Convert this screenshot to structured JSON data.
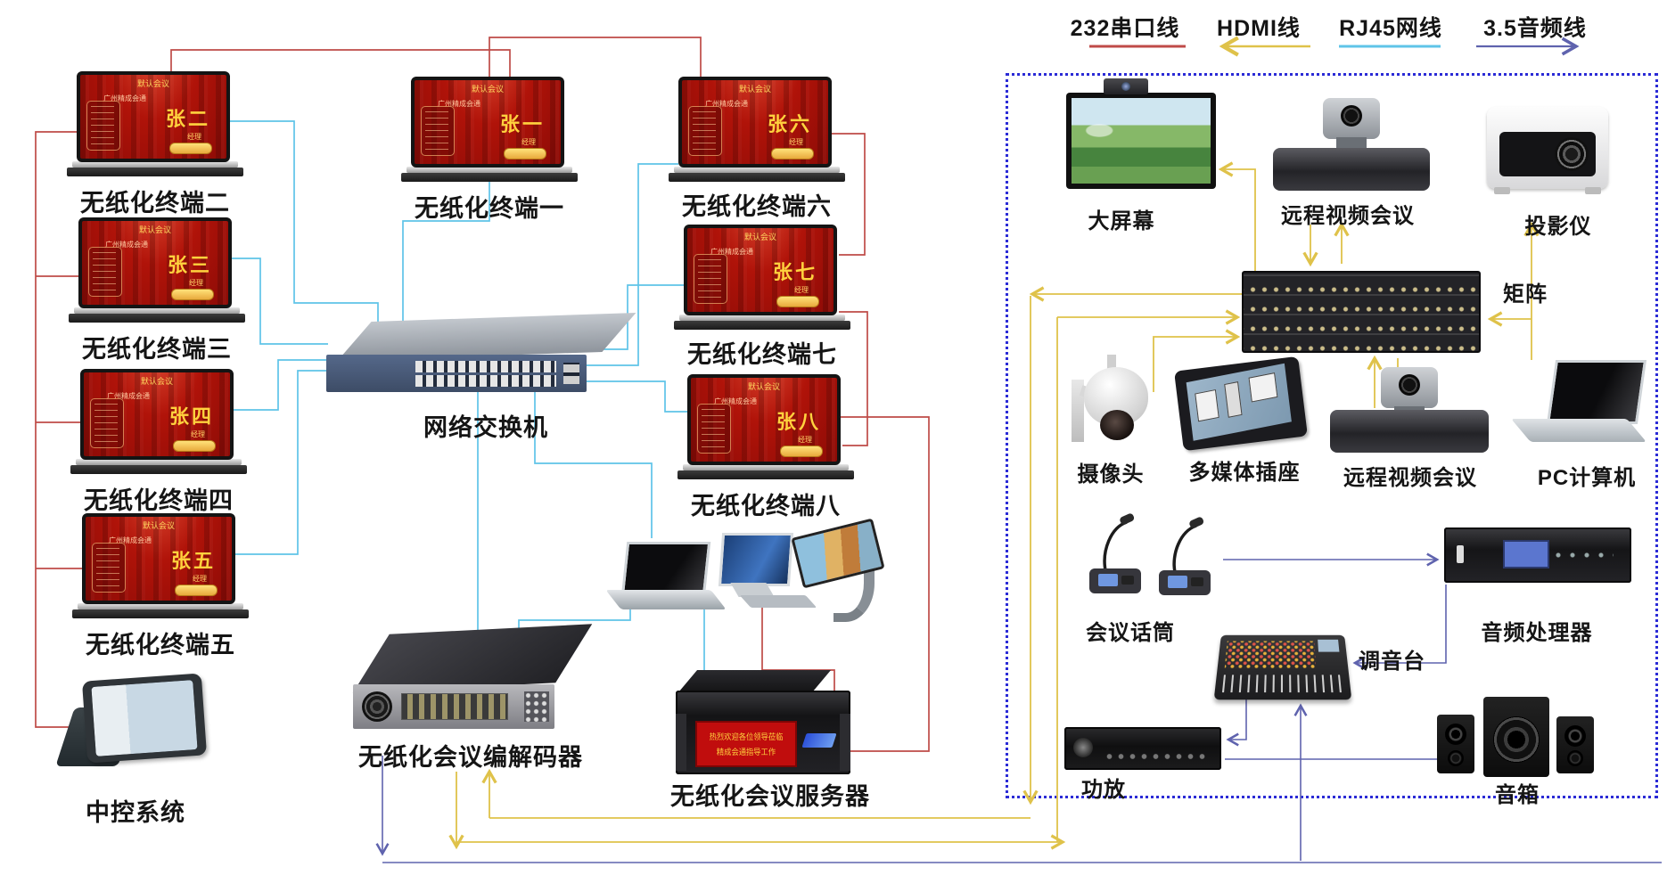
{
  "legend": {
    "serial": {
      "label": "232串口线",
      "color": "#bf4b48"
    },
    "hdmi": {
      "label": "HDMI线",
      "color": "#dfc24a"
    },
    "rj45": {
      "label": "RJ45网线",
      "color": "#5fc4e8"
    },
    "audio": {
      "label": "3.5音频线",
      "color": "#5f63ae"
    }
  },
  "terminal_screen": {
    "title": "默认会议",
    "org": "广州精成会通",
    "role": "经理"
  },
  "terminals": [
    {
      "label": "无纸化终端一",
      "name": "张一"
    },
    {
      "label": "无纸化终端二",
      "name": "张二"
    },
    {
      "label": "无纸化终端三",
      "name": "张三"
    },
    {
      "label": "无纸化终端四",
      "name": "张四"
    },
    {
      "label": "无纸化终端五",
      "name": "张五"
    },
    {
      "label": "无纸化终端六",
      "name": "张六"
    },
    {
      "label": "无纸化终端七",
      "name": "张七"
    },
    {
      "label": "无纸化终端八",
      "name": "张八"
    }
  ],
  "core": {
    "switch": "网络交换机",
    "codec": "无纸化会议编解码器",
    "server": "无纸化会议服务器",
    "control": "中控系统"
  },
  "server_panel": {
    "line1": "热烈欢迎各位领导莅临",
    "line2": "精成会通指导工作"
  },
  "right_panel": {
    "big_screen": "大屏幕",
    "video_conf_top": "远程视频会议",
    "projector": "投影仪",
    "matrix": "矩阵",
    "camera": "摄像头",
    "media_socket": "多媒体插座",
    "video_conf_mid": "远程视频会议",
    "pc": "PC计算机",
    "mic": "会议话筒",
    "audio_processor": "音频处理器",
    "mixer": "调音台",
    "amplifier": "功放",
    "speaker": "音箱"
  }
}
